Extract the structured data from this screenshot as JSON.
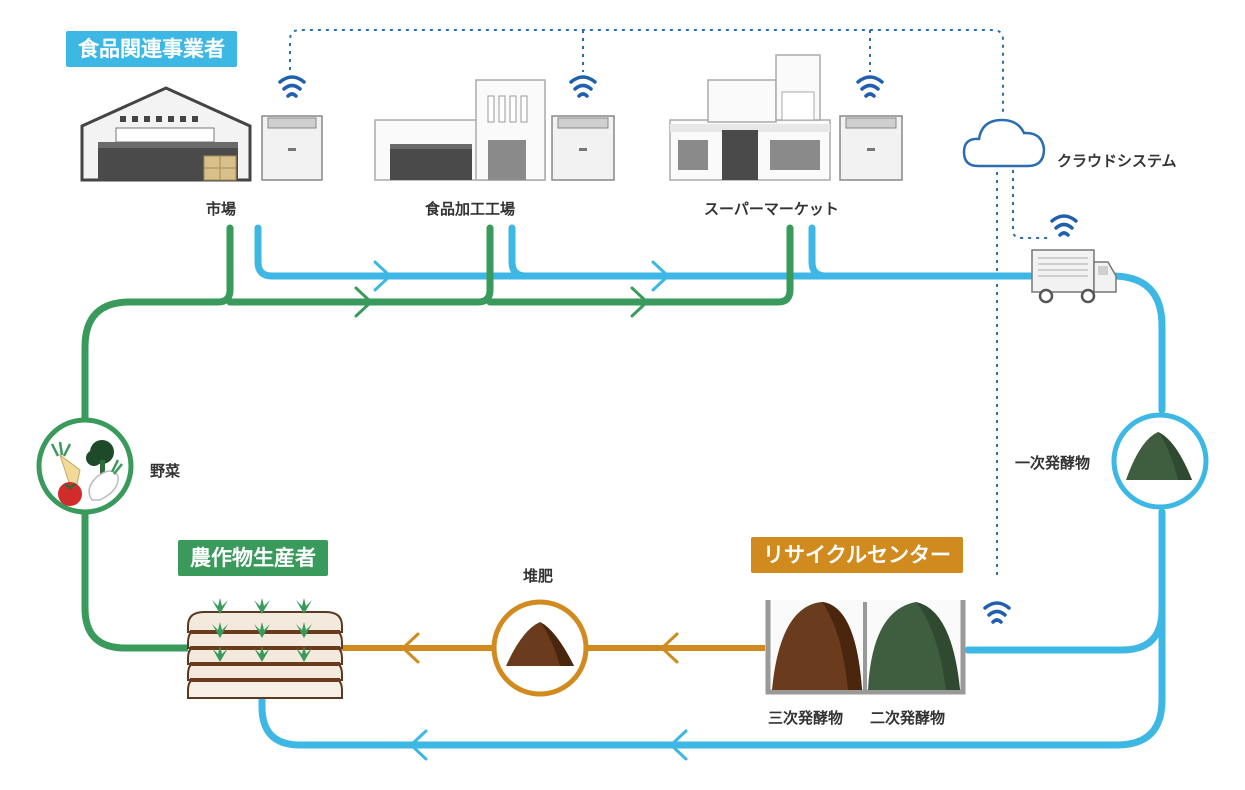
{
  "colors": {
    "blue": "#3db7e4",
    "green": "#3a9a5c",
    "orange": "#d08a1e",
    "dotted": "#2a6db0",
    "wifi": "#1f5fae",
    "building_dark": "#4a4a4a",
    "compost_brown": "#6a3b1c",
    "compost_green": "#3f5e40"
  },
  "groups": {
    "food_business": {
      "label": "食品関連事業者",
      "color": "#3db7e4"
    },
    "farm_producer": {
      "label": "農作物生産者",
      "color": "#3a9a5c"
    },
    "recycle_center": {
      "label": "リサイクルセンター",
      "color": "#d08a1e"
    }
  },
  "nodes": {
    "market": {
      "label": "市場",
      "icon": "warehouse-icon"
    },
    "factory": {
      "label": "食品加工工場",
      "icon": "factory-icon"
    },
    "supermarket": {
      "label": "スーパーマーケット",
      "icon": "supermarket-icon"
    },
    "cloud": {
      "label": "クラウドシステム",
      "icon": "cloud-icon"
    },
    "truck": {
      "icon": "truck-icon"
    },
    "primary_ferment": {
      "label": "一次発酵物",
      "icon": "compost-mound-icon"
    },
    "secondary_ferment": {
      "label": "二次発酵物",
      "icon": "compost-mound-icon"
    },
    "tertiary_ferment": {
      "label": "三次発酵物",
      "icon": "compost-mound-icon"
    },
    "compost": {
      "label": "堆肥",
      "icon": "compost-mound-icon"
    },
    "vegetables": {
      "label": "野菜",
      "icon": "vegetables-icon"
    },
    "fields": {
      "icon": "crop-field-icon"
    },
    "bins": {
      "icon": "garbage-processor-icon"
    }
  }
}
